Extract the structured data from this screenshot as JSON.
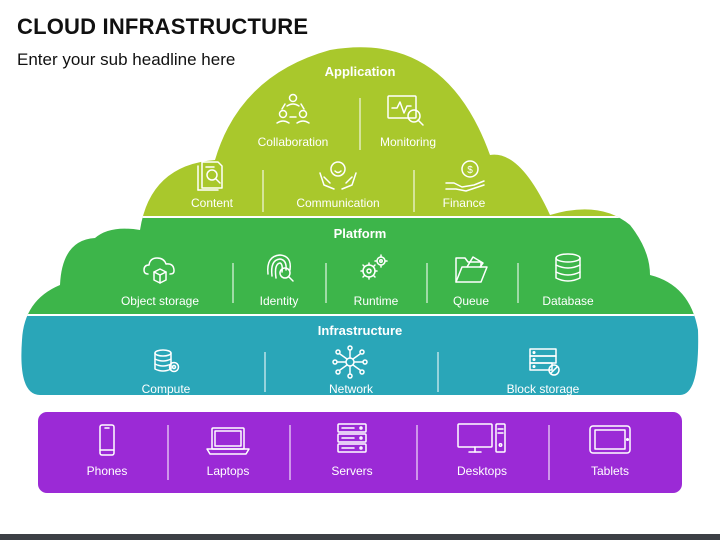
{
  "header": {
    "title": "CLOUD INFRASTRUCTURE",
    "subtitle": "Enter your sub headline here"
  },
  "colors": {
    "application": "#a9c82c",
    "platform": "#3db54a",
    "infrastructure": "#2aa6b8",
    "devices": "#9b2ad6"
  },
  "application": {
    "heading": "Application",
    "items": [
      {
        "label": "Collaboration",
        "icon": "collaboration-icon"
      },
      {
        "label": "Monitoring",
        "icon": "monitoring-icon"
      },
      {
        "label": "Content",
        "icon": "content-icon"
      },
      {
        "label": "Communication",
        "icon": "communication-icon"
      },
      {
        "label": "Finance",
        "icon": "finance-icon"
      }
    ]
  },
  "platform": {
    "heading": "Platform",
    "items": [
      {
        "label": "Object storage",
        "icon": "object-storage-icon"
      },
      {
        "label": "Identity",
        "icon": "fingerprint-icon"
      },
      {
        "label": "Runtime",
        "icon": "gears-icon"
      },
      {
        "label": "Queue",
        "icon": "folder-icon"
      },
      {
        "label": "Database",
        "icon": "database-icon"
      }
    ]
  },
  "infrastructure": {
    "heading": "Infrastructure",
    "items": [
      {
        "label": "Compute",
        "icon": "compute-icon"
      },
      {
        "label": "Network",
        "icon": "network-icon"
      },
      {
        "label": "Block storage",
        "icon": "block-storage-icon"
      }
    ]
  },
  "devices": {
    "items": [
      {
        "label": "Phones",
        "icon": "phone-icon"
      },
      {
        "label": "Laptops",
        "icon": "laptop-icon"
      },
      {
        "label": "Servers",
        "icon": "server-icon"
      },
      {
        "label": "Desktops",
        "icon": "desktop-icon"
      },
      {
        "label": "Tablets",
        "icon": "tablet-icon"
      }
    ]
  }
}
